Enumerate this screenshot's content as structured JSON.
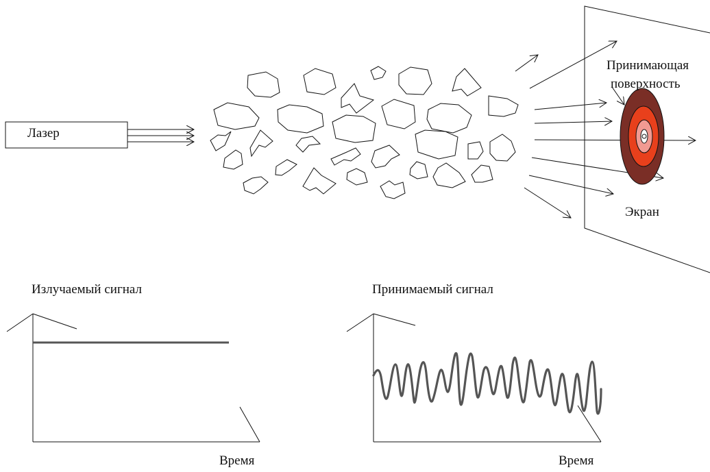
{
  "labels": {
    "laser": "Лазер",
    "receiving_surface_line1": "Принимающая",
    "receiving_surface_line2": "поверхность",
    "screen": "Экран",
    "emitted_signal": "Излучаемый сигнал",
    "received_signal": "Принимаемый сигнал",
    "time_left": "Время",
    "time_right": "Время"
  },
  "colors": {
    "ring_outer": "#7a2e26",
    "ring_2": "#e8401c",
    "ring_3": "#f19a92",
    "ring_4": "#ffffff",
    "signal": "#555555",
    "line": "#111111"
  }
}
